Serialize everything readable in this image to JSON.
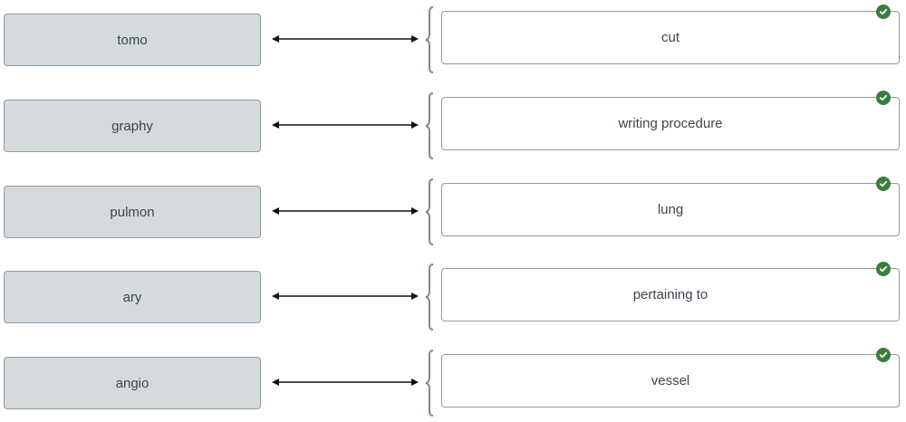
{
  "pairs": [
    {
      "term": "tomo",
      "answer": "cut",
      "status": "correct"
    },
    {
      "term": "graphy",
      "answer": "writing procedure",
      "status": "correct"
    },
    {
      "term": "pulmon",
      "answer": "lung",
      "status": "correct"
    },
    {
      "term": "ary",
      "answer": "pertaining to",
      "status": "correct"
    },
    {
      "term": "angio",
      "answer": "vessel",
      "status": "correct"
    }
  ],
  "colors": {
    "term_bg": "#d5dadd",
    "border": "#8f9aa2",
    "check": "#3b7d3e",
    "bracket": "#7e8b94",
    "arrow": "#111111"
  },
  "icons": {
    "connector": "double-arrow-icon",
    "status": "check-circle-icon"
  }
}
